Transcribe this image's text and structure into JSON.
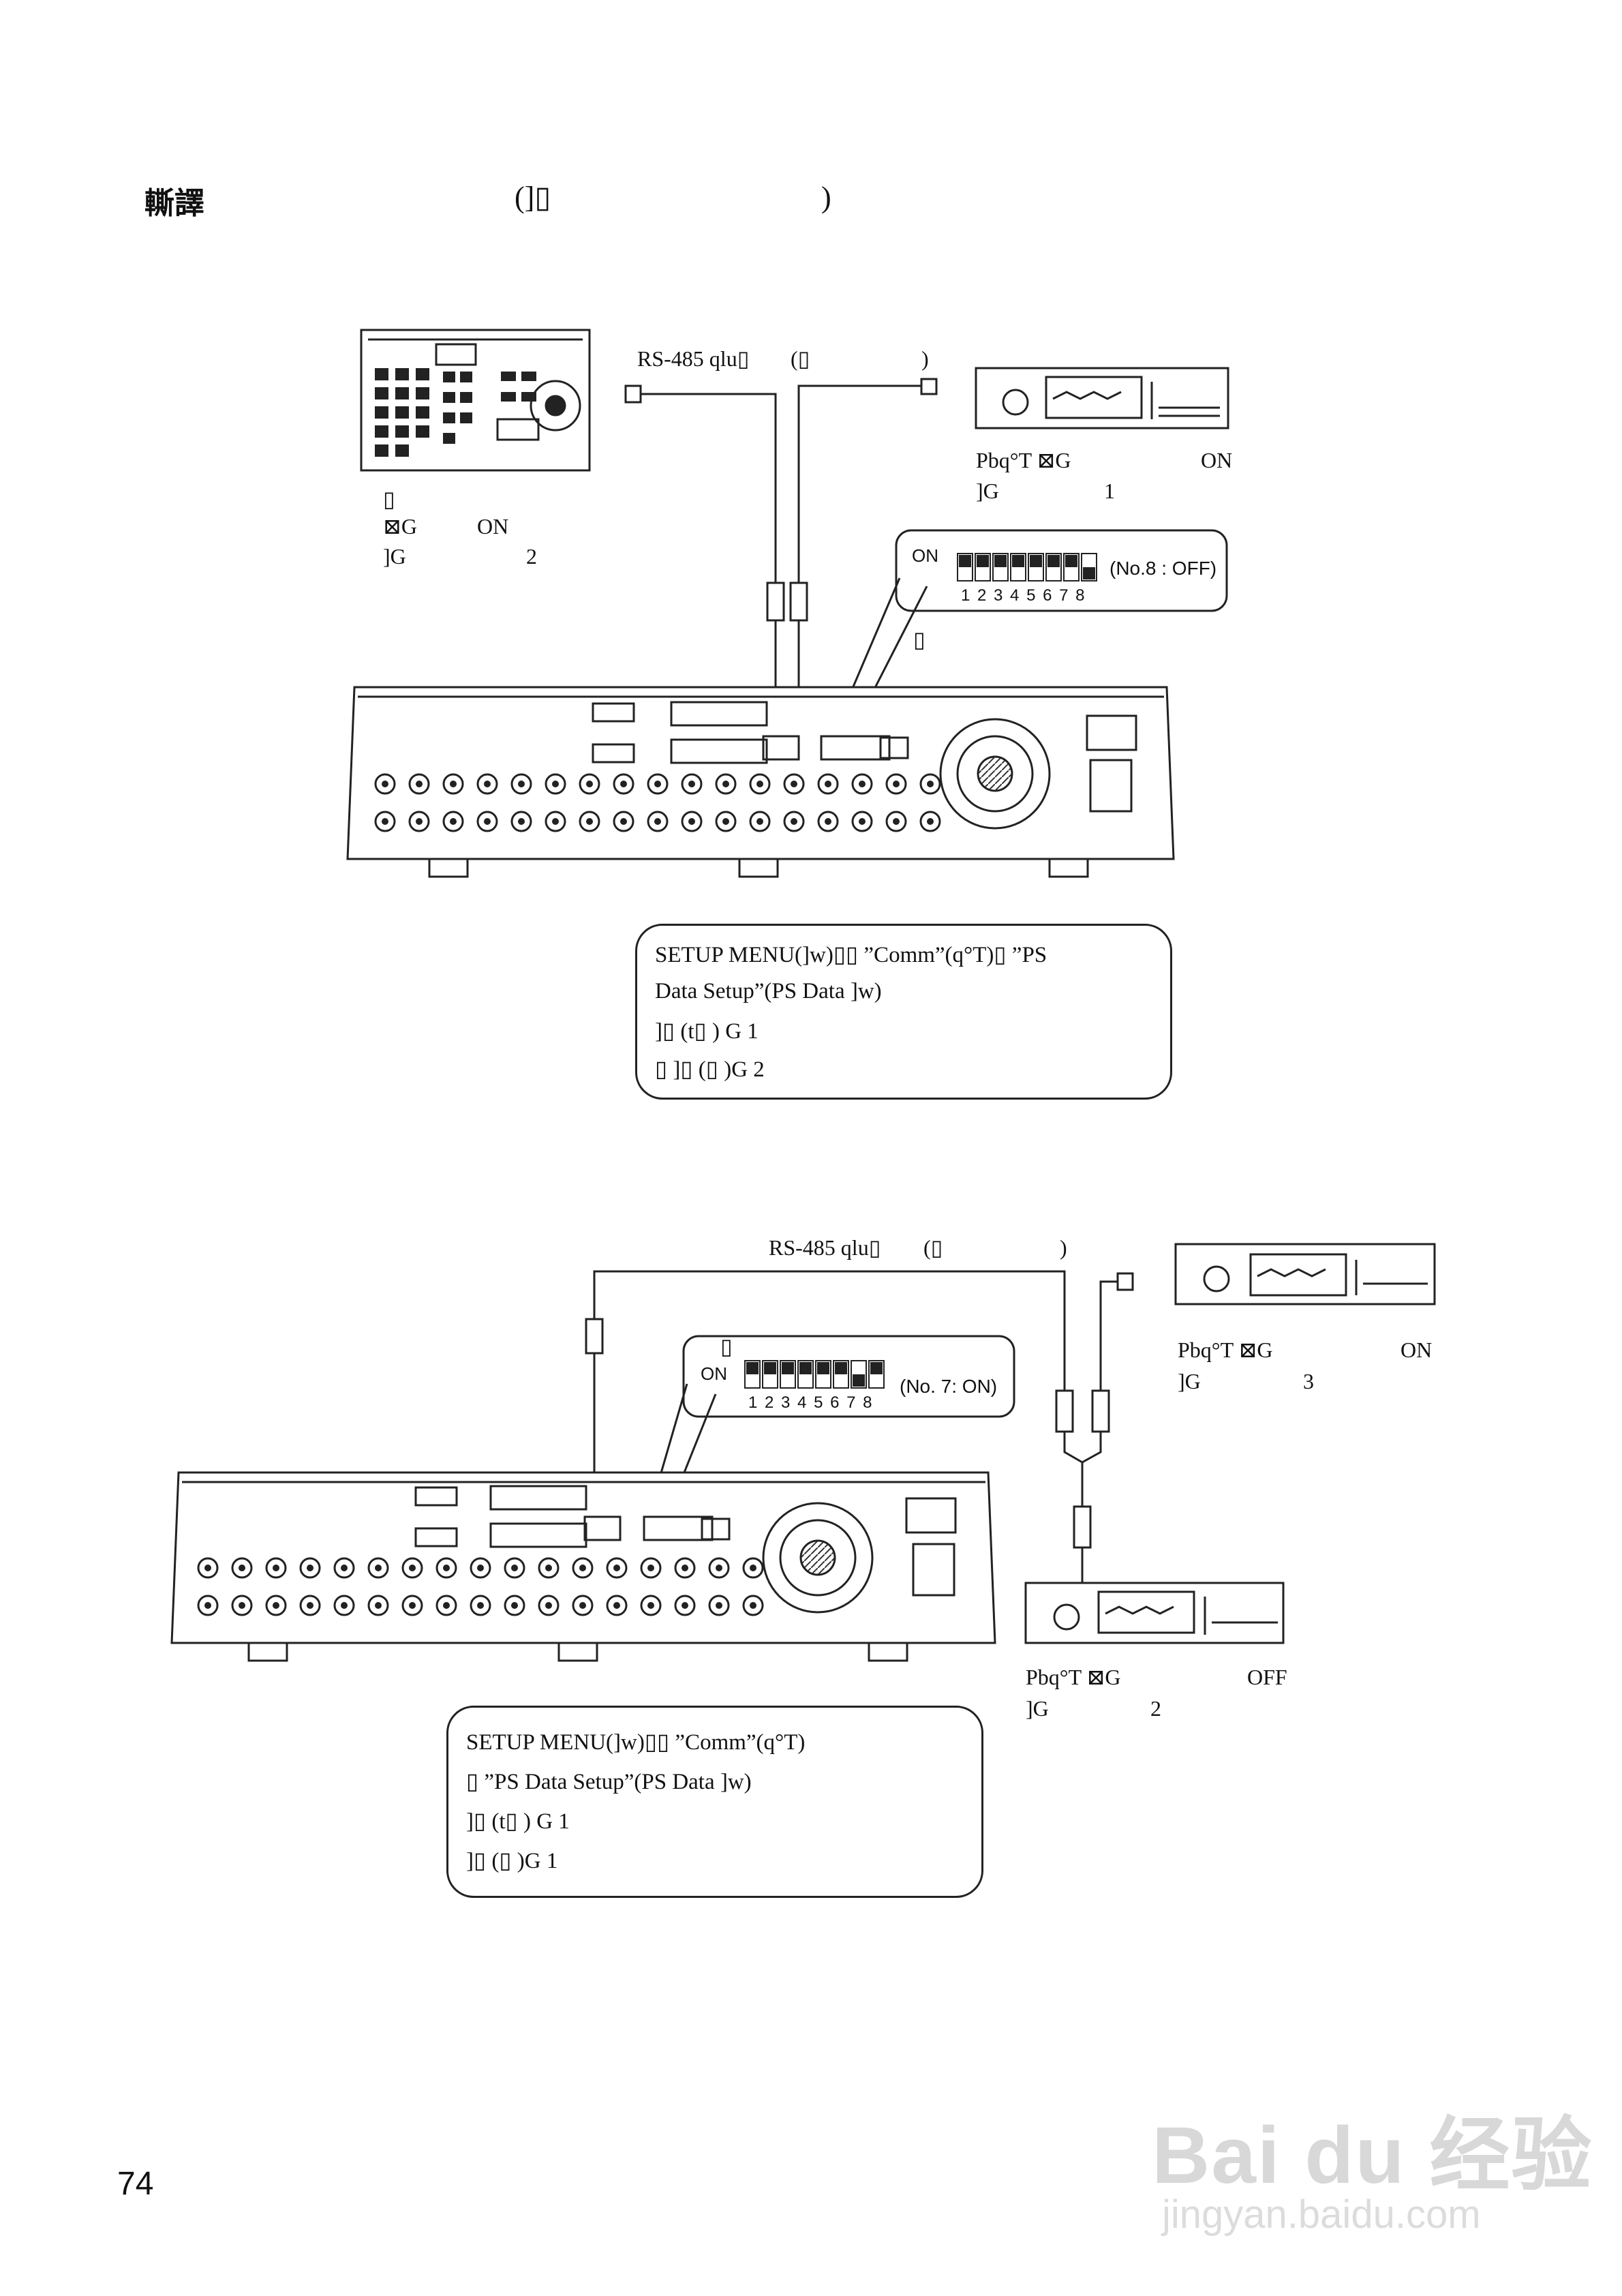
{
  "page": {
    "heading": "䡳譯",
    "heading_paren": "(]▯",
    "heading_close": ")",
    "page_number": "74"
  },
  "diagram1": {
    "cable_label": "RS-485 qlu▯",
    "cable_paren": "(▯",
    "cable_close": ")",
    "receiver_label": "Pbq°T ⊠G",
    "receiver_on": "ON",
    "receiver_unit": "]G",
    "receiver_unit_no": "1",
    "controller_mark": "▯",
    "controller_label": "⊠G",
    "controller_on": "ON",
    "controller_unit": "]G",
    "controller_unit_no": "2",
    "dip_on": "ON",
    "dip_numbers": "1 2 3 4 5 6 7 8",
    "dip_note": "(No.8 : OFF)",
    "dip_mark": "▯",
    "dip_states": [
      true,
      true,
      true,
      true,
      true,
      true,
      true,
      false
    ],
    "setup_lines": [
      "SETUP MENU(]w)▯▯          ”Comm”(q°T)▯  ”PS",
      "Data Setup”(PS Data ]w)",
      "]▯                (t▯    )    G 1",
      "▯ ]▯              (▯          )G 2"
    ]
  },
  "diagram2": {
    "cable_label": "RS-485 qlu▯",
    "cable_paren": "(▯",
    "cable_close": ")",
    "dip_mark": "▯",
    "dip_on": "ON",
    "dip_numbers": "1 2 3 4 5 6 7 8",
    "dip_note": "(No. 7: ON)",
    "dip_states": [
      true,
      true,
      true,
      true,
      true,
      true,
      false,
      true
    ],
    "receiver_a_label": "Pbq°T ⊠G",
    "receiver_a_on": "ON",
    "receiver_a_unit": "]G",
    "receiver_a_unit_no": "3",
    "receiver_b_label": "Pbq°T ⊠G",
    "receiver_b_off": "OFF",
    "receiver_b_unit": "]G",
    "receiver_b_unit_no": "2",
    "setup_lines": [
      "SETUP  MENU(]w)▯▯           ”Comm”(q°T)",
      "▯ ”PS Data Setup”(PS Data ]w)",
      "]▯                (t▯    )    G 1",
      "]▯                (▯          )G 1"
    ]
  },
  "watermark": {
    "brand": "Bai du 经验",
    "url": "jingyan.baidu.com"
  }
}
